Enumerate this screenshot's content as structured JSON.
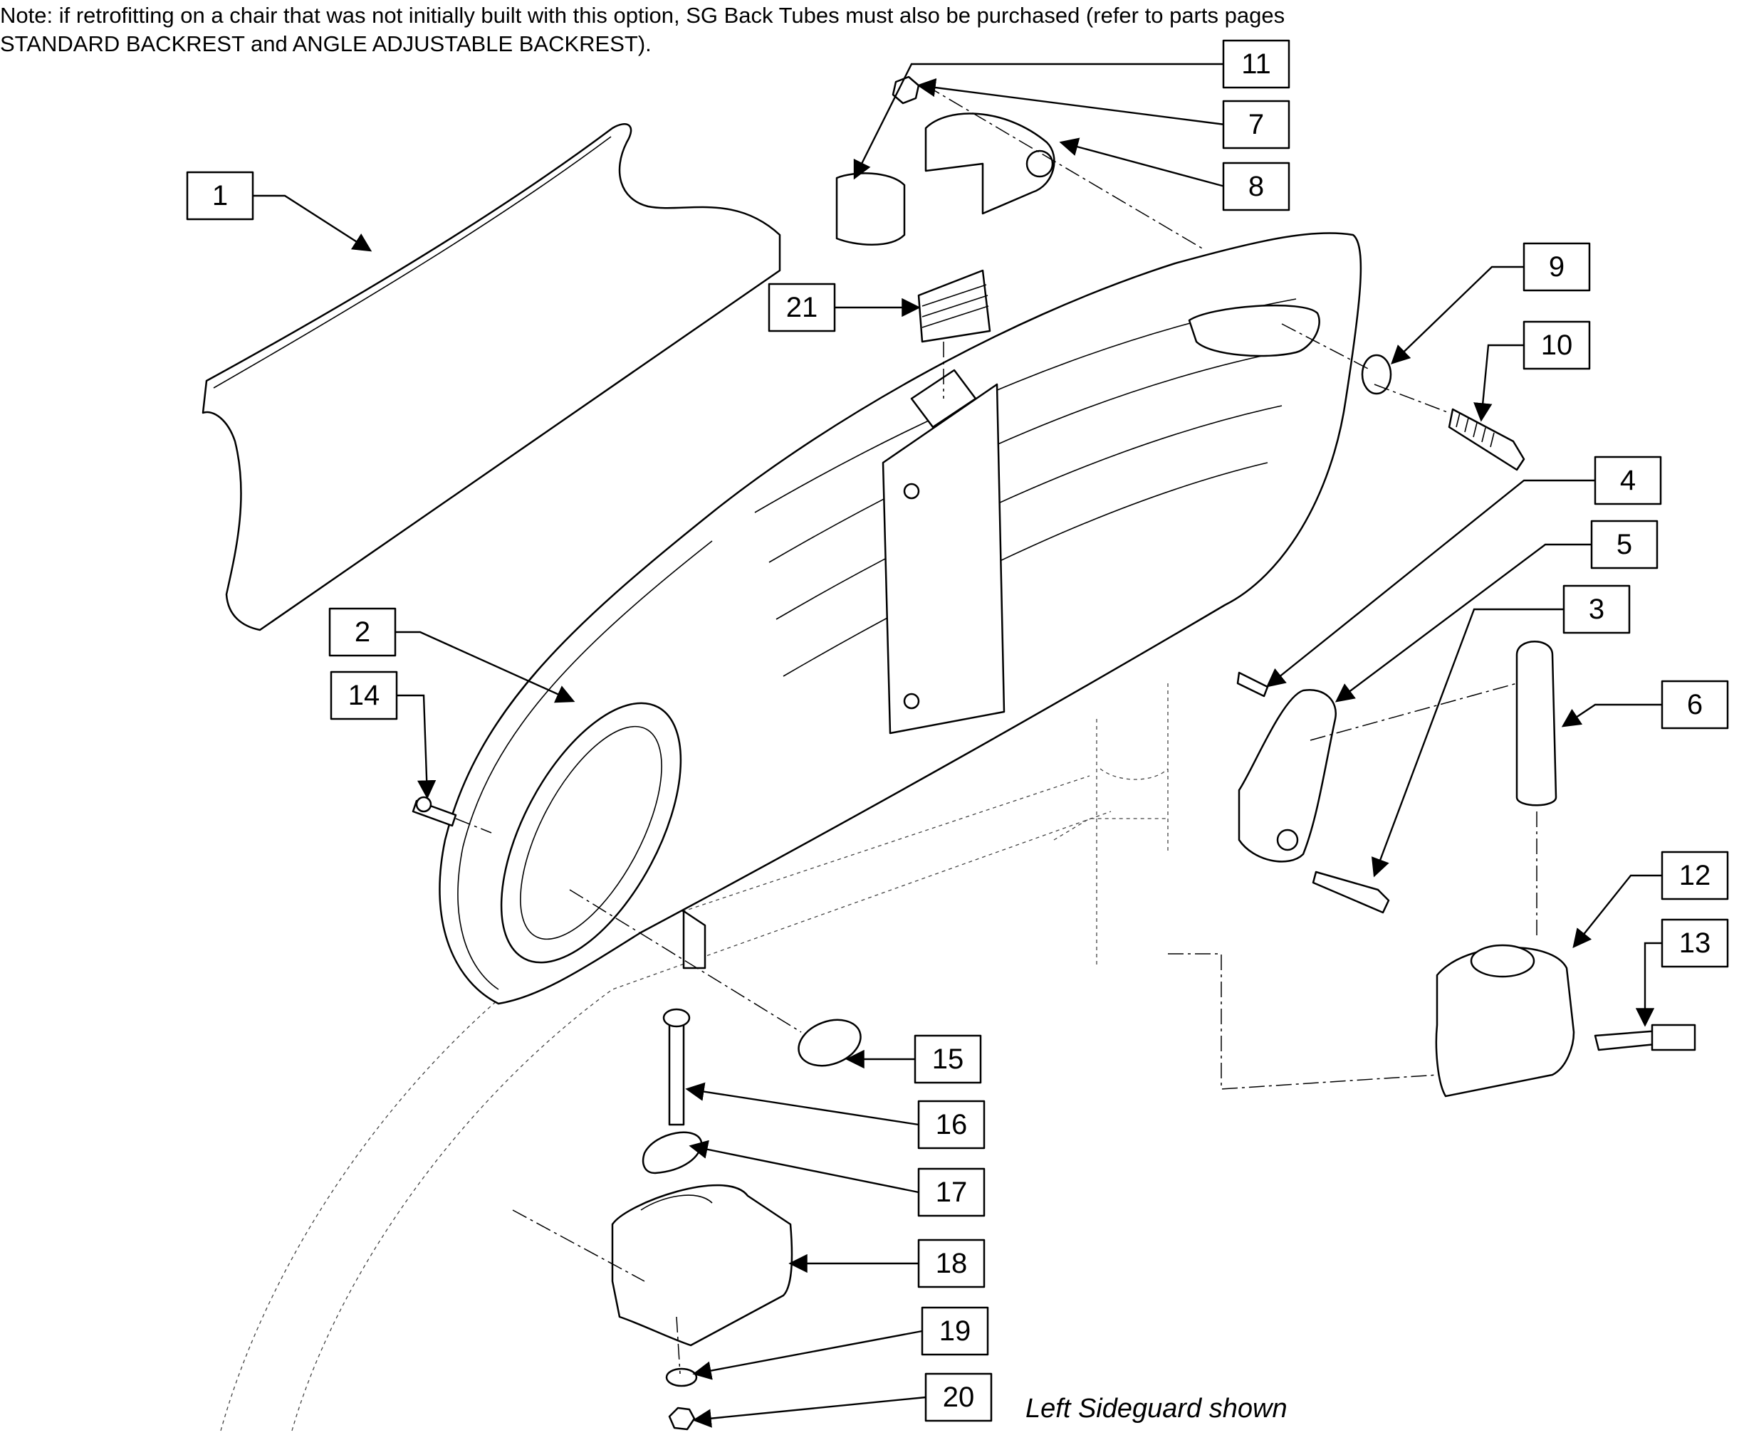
{
  "note": {
    "line1": "Note: if retrofitting on a chair that was not initially built with this option, SG Back Tubes must also be purchased (refer to parts pages",
    "line2": "STANDARD BACKREST and ANGLE ADJUSTABLE BACKREST)."
  },
  "caption": "Left Sideguard shown",
  "callouts": [
    "1",
    "2",
    "3",
    "4",
    "5",
    "6",
    "7",
    "8",
    "9",
    "10",
    "11",
    "12",
    "13",
    "14",
    "15",
    "16",
    "17",
    "18",
    "19",
    "20",
    "21"
  ]
}
